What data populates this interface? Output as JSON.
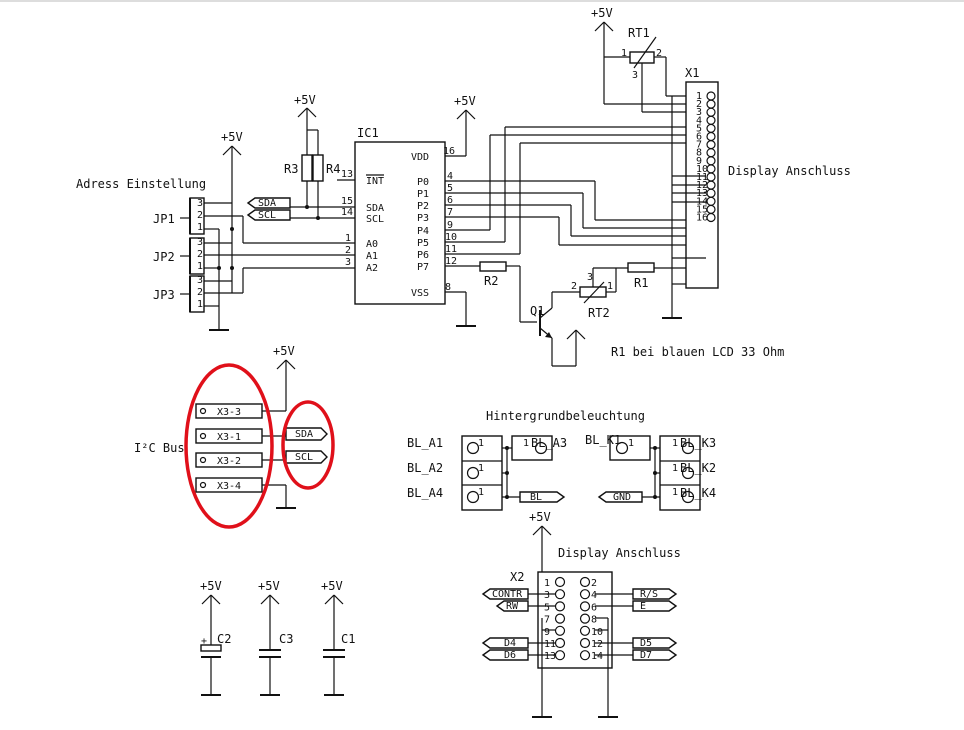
{
  "labels": {
    "vcc": "+5V",
    "ic1": "IC1",
    "x1": "X1",
    "x2": "X2",
    "rt1": "RT1",
    "rt2": "RT2",
    "r1": "R1",
    "r2": "R2",
    "r3": "R3",
    "r4": "R4",
    "q1": "Q1",
    "c1": "C1",
    "c2": "C2",
    "c3": "C3",
    "jp1": "JP1",
    "jp2": "JP2",
    "jp3": "JP3",
    "adress": "Adress Einstellung",
    "display_x1": "Display Anschluss",
    "display_x2": "Display Anschluss",
    "r1_note": "R1 bei blauen LCD 33 Ohm",
    "i2c_bus": "I²C Bus",
    "backlight": "Hintergrundbeleuchtung"
  },
  "ic1": {
    "left_pins": [
      {
        "num": "13",
        "name": "INT"
      },
      {
        "num": "15",
        "name": "SDA"
      },
      {
        "num": "14",
        "name": "SCL"
      },
      {
        "num": "1",
        "name": "A0"
      },
      {
        "num": "2",
        "name": "A1"
      },
      {
        "num": "3",
        "name": "A2"
      }
    ],
    "right_pins": [
      {
        "num": "16",
        "name": "VDD"
      },
      {
        "num": "4",
        "name": "P0"
      },
      {
        "num": "5",
        "name": "P1"
      },
      {
        "num": "6",
        "name": "P2"
      },
      {
        "num": "7",
        "name": "P3"
      },
      {
        "num": "9",
        "name": "P4"
      },
      {
        "num": "10",
        "name": "P5"
      },
      {
        "num": "11",
        "name": "P6"
      },
      {
        "num": "12",
        "name": "P7"
      },
      {
        "num": "8",
        "name": "VSS"
      }
    ]
  },
  "x1_pins": [
    "1",
    "2",
    "3",
    "4",
    "5",
    "6",
    "7",
    "8",
    "9",
    "10",
    "11",
    "12",
    "13",
    "14",
    "15",
    "16"
  ],
  "jumper_pins": [
    "3",
    "2",
    "1"
  ],
  "rt_pins": [
    "1",
    "2",
    "3"
  ],
  "i2c_left_tags": [
    "SDA",
    "SCL"
  ],
  "x3_pins": [
    "X3-3",
    "X3-1",
    "X3-2",
    "X3-4"
  ],
  "x3_tags": [
    "SDA",
    "SCL"
  ],
  "bl": {
    "left_labels": [
      "BL_A1",
      "BL_A2",
      "BL_A4"
    ],
    "a3": "BL_A3",
    "k1": "BL_K1",
    "right_labels": [
      "BL_K3",
      "BL_K2",
      "BL_K4"
    ],
    "pin1": "1",
    "tag_bl": "BL",
    "tag_gnd": "GND"
  },
  "x2": {
    "left_pins": [
      "1",
      "3",
      "5",
      "7",
      "9",
      "11",
      "13"
    ],
    "right_pins": [
      "2",
      "4",
      "6",
      "8",
      "10",
      "12",
      "14"
    ],
    "left_tags": [
      "CONTR",
      "RW",
      "D4",
      "D6"
    ],
    "right_tags": [
      "R/S",
      "E",
      "D5",
      "D7"
    ]
  },
  "cap_plus": "+"
}
